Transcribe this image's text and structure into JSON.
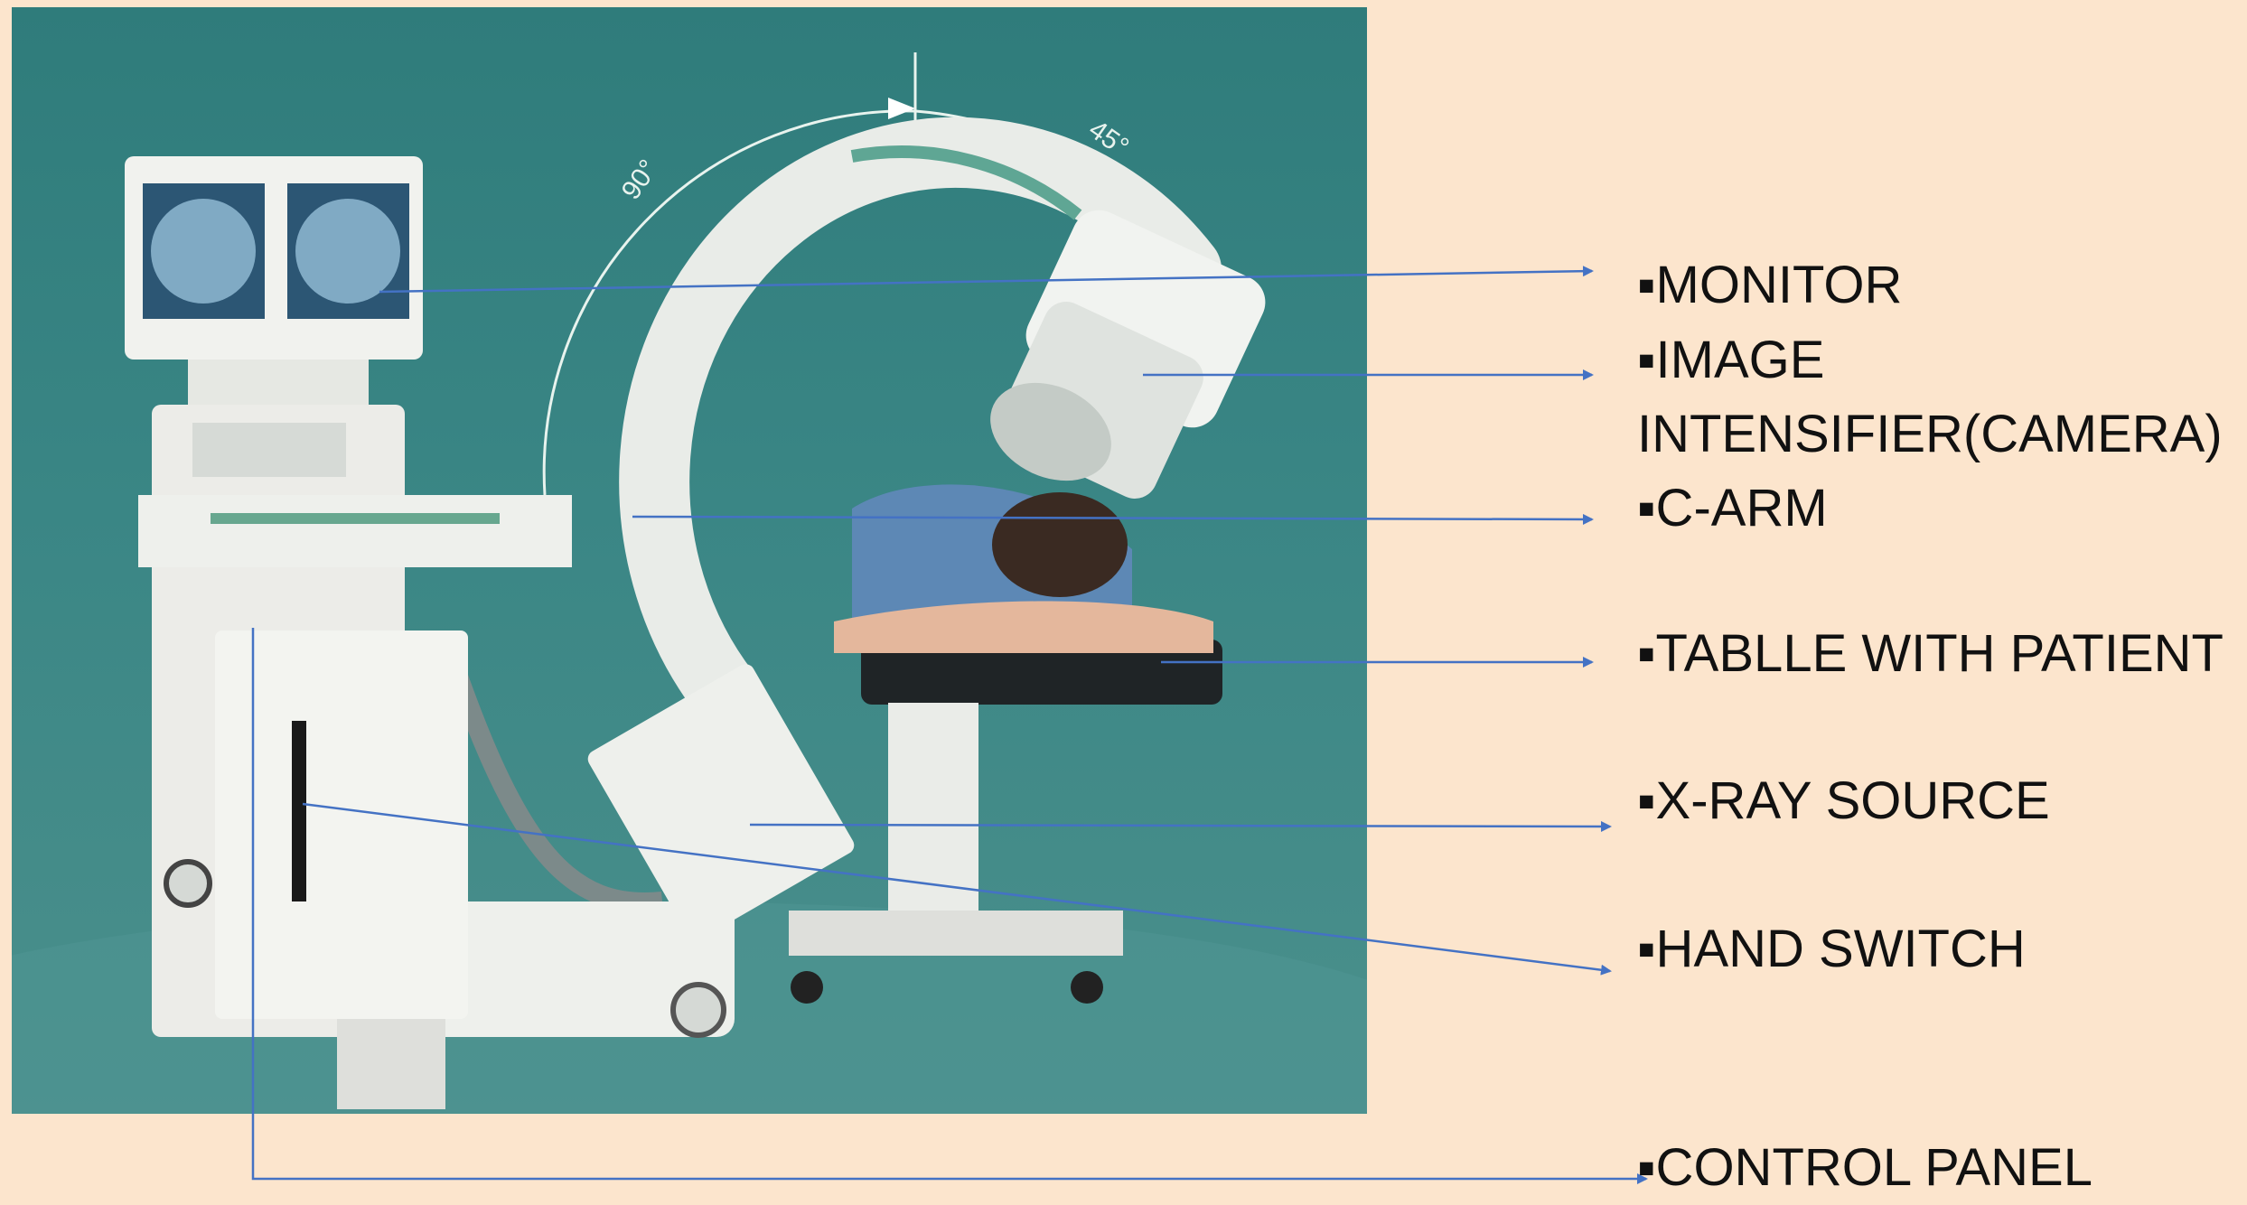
{
  "photo": {
    "angle_marks": [
      "90°",
      "45°"
    ]
  },
  "labels": [
    {
      "id": "monitor",
      "text": "▪MONITOR"
    },
    {
      "id": "image_intensifier",
      "text": "▪IMAGE",
      "text2": "INTENSIFIER(CAMERA)"
    },
    {
      "id": "c_arm",
      "text": "▪C-ARM"
    },
    {
      "id": "table",
      "text": "▪TABLLE WITH PATIENT"
    },
    {
      "id": "xray_source",
      "text": "▪X-RAY SOURCE"
    },
    {
      "id": "hand_switch",
      "text": "▪HAND SWITCH"
    },
    {
      "id": "control_panel",
      "text": "▪CONTROL PANEL"
    }
  ],
  "colors": {
    "background": "#fce5cd",
    "leader_line": "#4472c4",
    "photo_backdrop": "#3a8685"
  }
}
